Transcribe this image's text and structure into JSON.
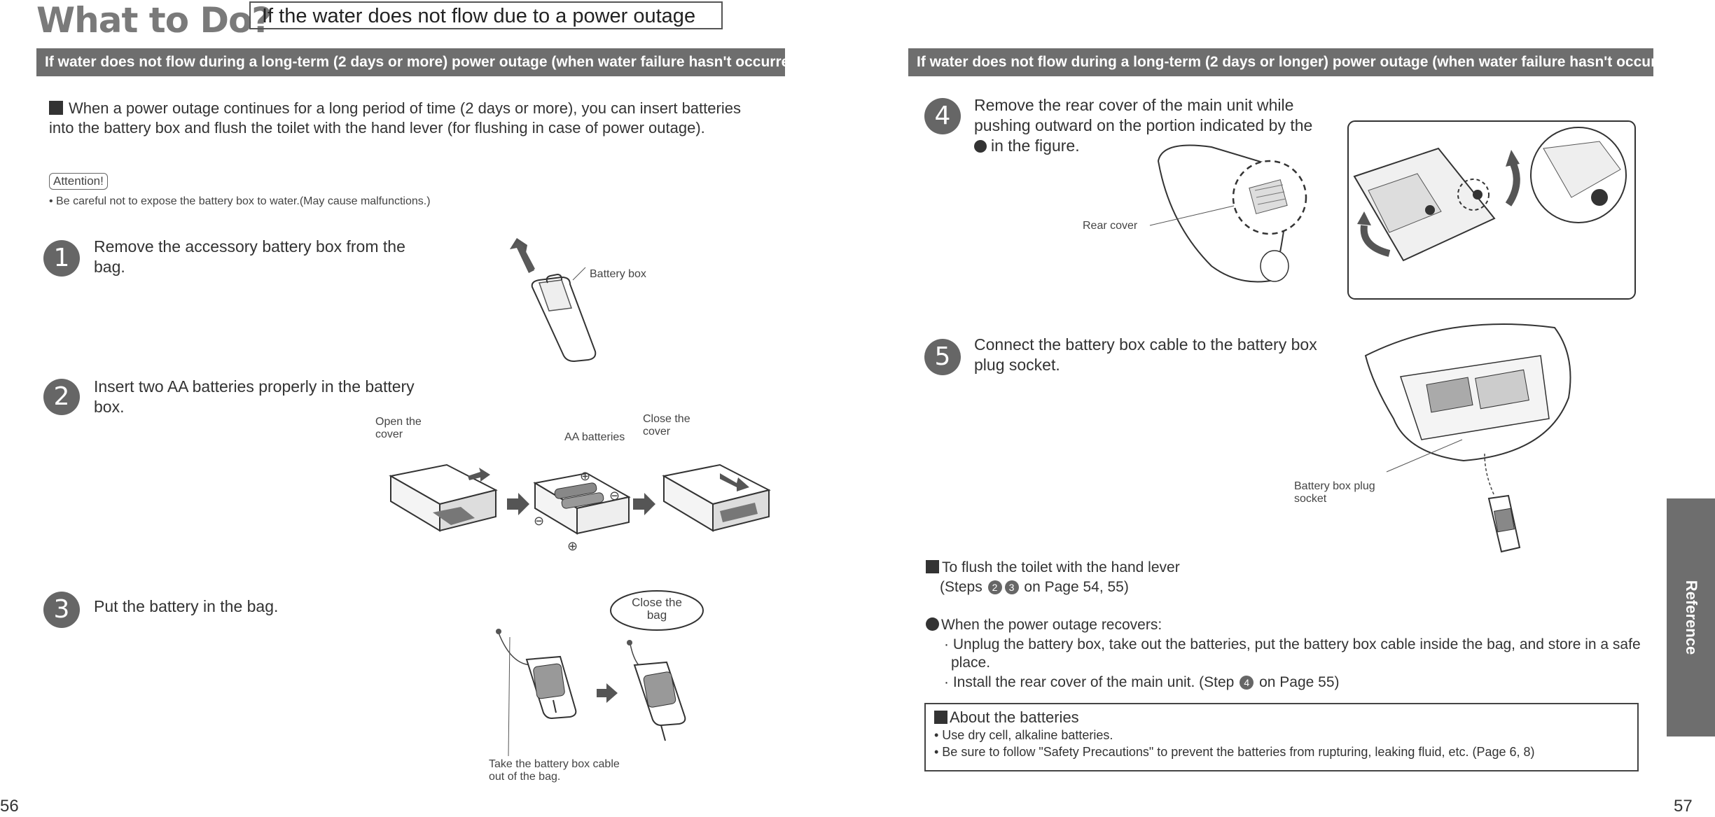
{
  "header": {
    "title": "What to Do?",
    "subtitle": "If the water does not flow due to a power outage"
  },
  "left": {
    "bar": "If water does not flow during a long-term (2 days or more) power outage (when water failure hasn't occurred)",
    "intro": "When a power outage continues for a long period of time (2 days or more), you can insert batteries into the battery box and flush the toilet with the hand lever (for flushing in case of power outage).",
    "attention": "Attention!",
    "attention_note": "• Be careful not to expose the battery box to water.(May cause malfunctions.)",
    "steps": [
      {
        "num": "1",
        "text": "Remove the accessory battery box from the bag."
      },
      {
        "num": "2",
        "text": "Insert two AA batteries properly in the battery box."
      },
      {
        "num": "3",
        "text": "Put the battery in the bag."
      }
    ],
    "labels": {
      "battery_box": "Battery box",
      "open_cover": "Open the cover",
      "aa_batteries": "AA batteries",
      "close_cover": "Close the cover",
      "close_bag": "Close the bag",
      "take_cable": "Take the battery box cable out of the bag."
    },
    "page_number": "56"
  },
  "right": {
    "bar": "If water does not flow during a long-term (2 days or longer) power outage (when water failure hasn't occurred) (Continued)",
    "steps": [
      {
        "num": "4",
        "text": "Remove the rear cover of the main unit while pushing outward on the portion indicated by the",
        "text_after": "in the figure."
      },
      {
        "num": "5",
        "text": "Connect the battery box cable to the battery box plug socket."
      }
    ],
    "labels": {
      "rear_cover": "Rear cover",
      "plug_socket": "Battery box plug socket"
    },
    "hand_lever": {
      "title": "To flush the toilet with the hand lever",
      "steps_prefix": "(Steps",
      "step_a": "2",
      "step_b": "3",
      "steps_suffix": "on Page 54, 55)"
    },
    "recovers": {
      "title": "When the power outage recovers:",
      "item1": "· Unplug the battery box, take out the batteries, put the battery box cable inside the bag, and store in a safe place.",
      "item2_prefix": "· Install the rear cover of the main unit. (Step",
      "item2_step": "4",
      "item2_suffix": "on Page 55)"
    },
    "about": {
      "title": "About the batteries",
      "item1": "• Use dry cell, alkaline batteries.",
      "item2": "• Be sure to follow \"Safety Precautions\" to prevent the batteries from rupturing, leaking fluid, etc. (Page 6, 8)"
    },
    "side_tab": "Reference",
    "page_number": "57"
  }
}
